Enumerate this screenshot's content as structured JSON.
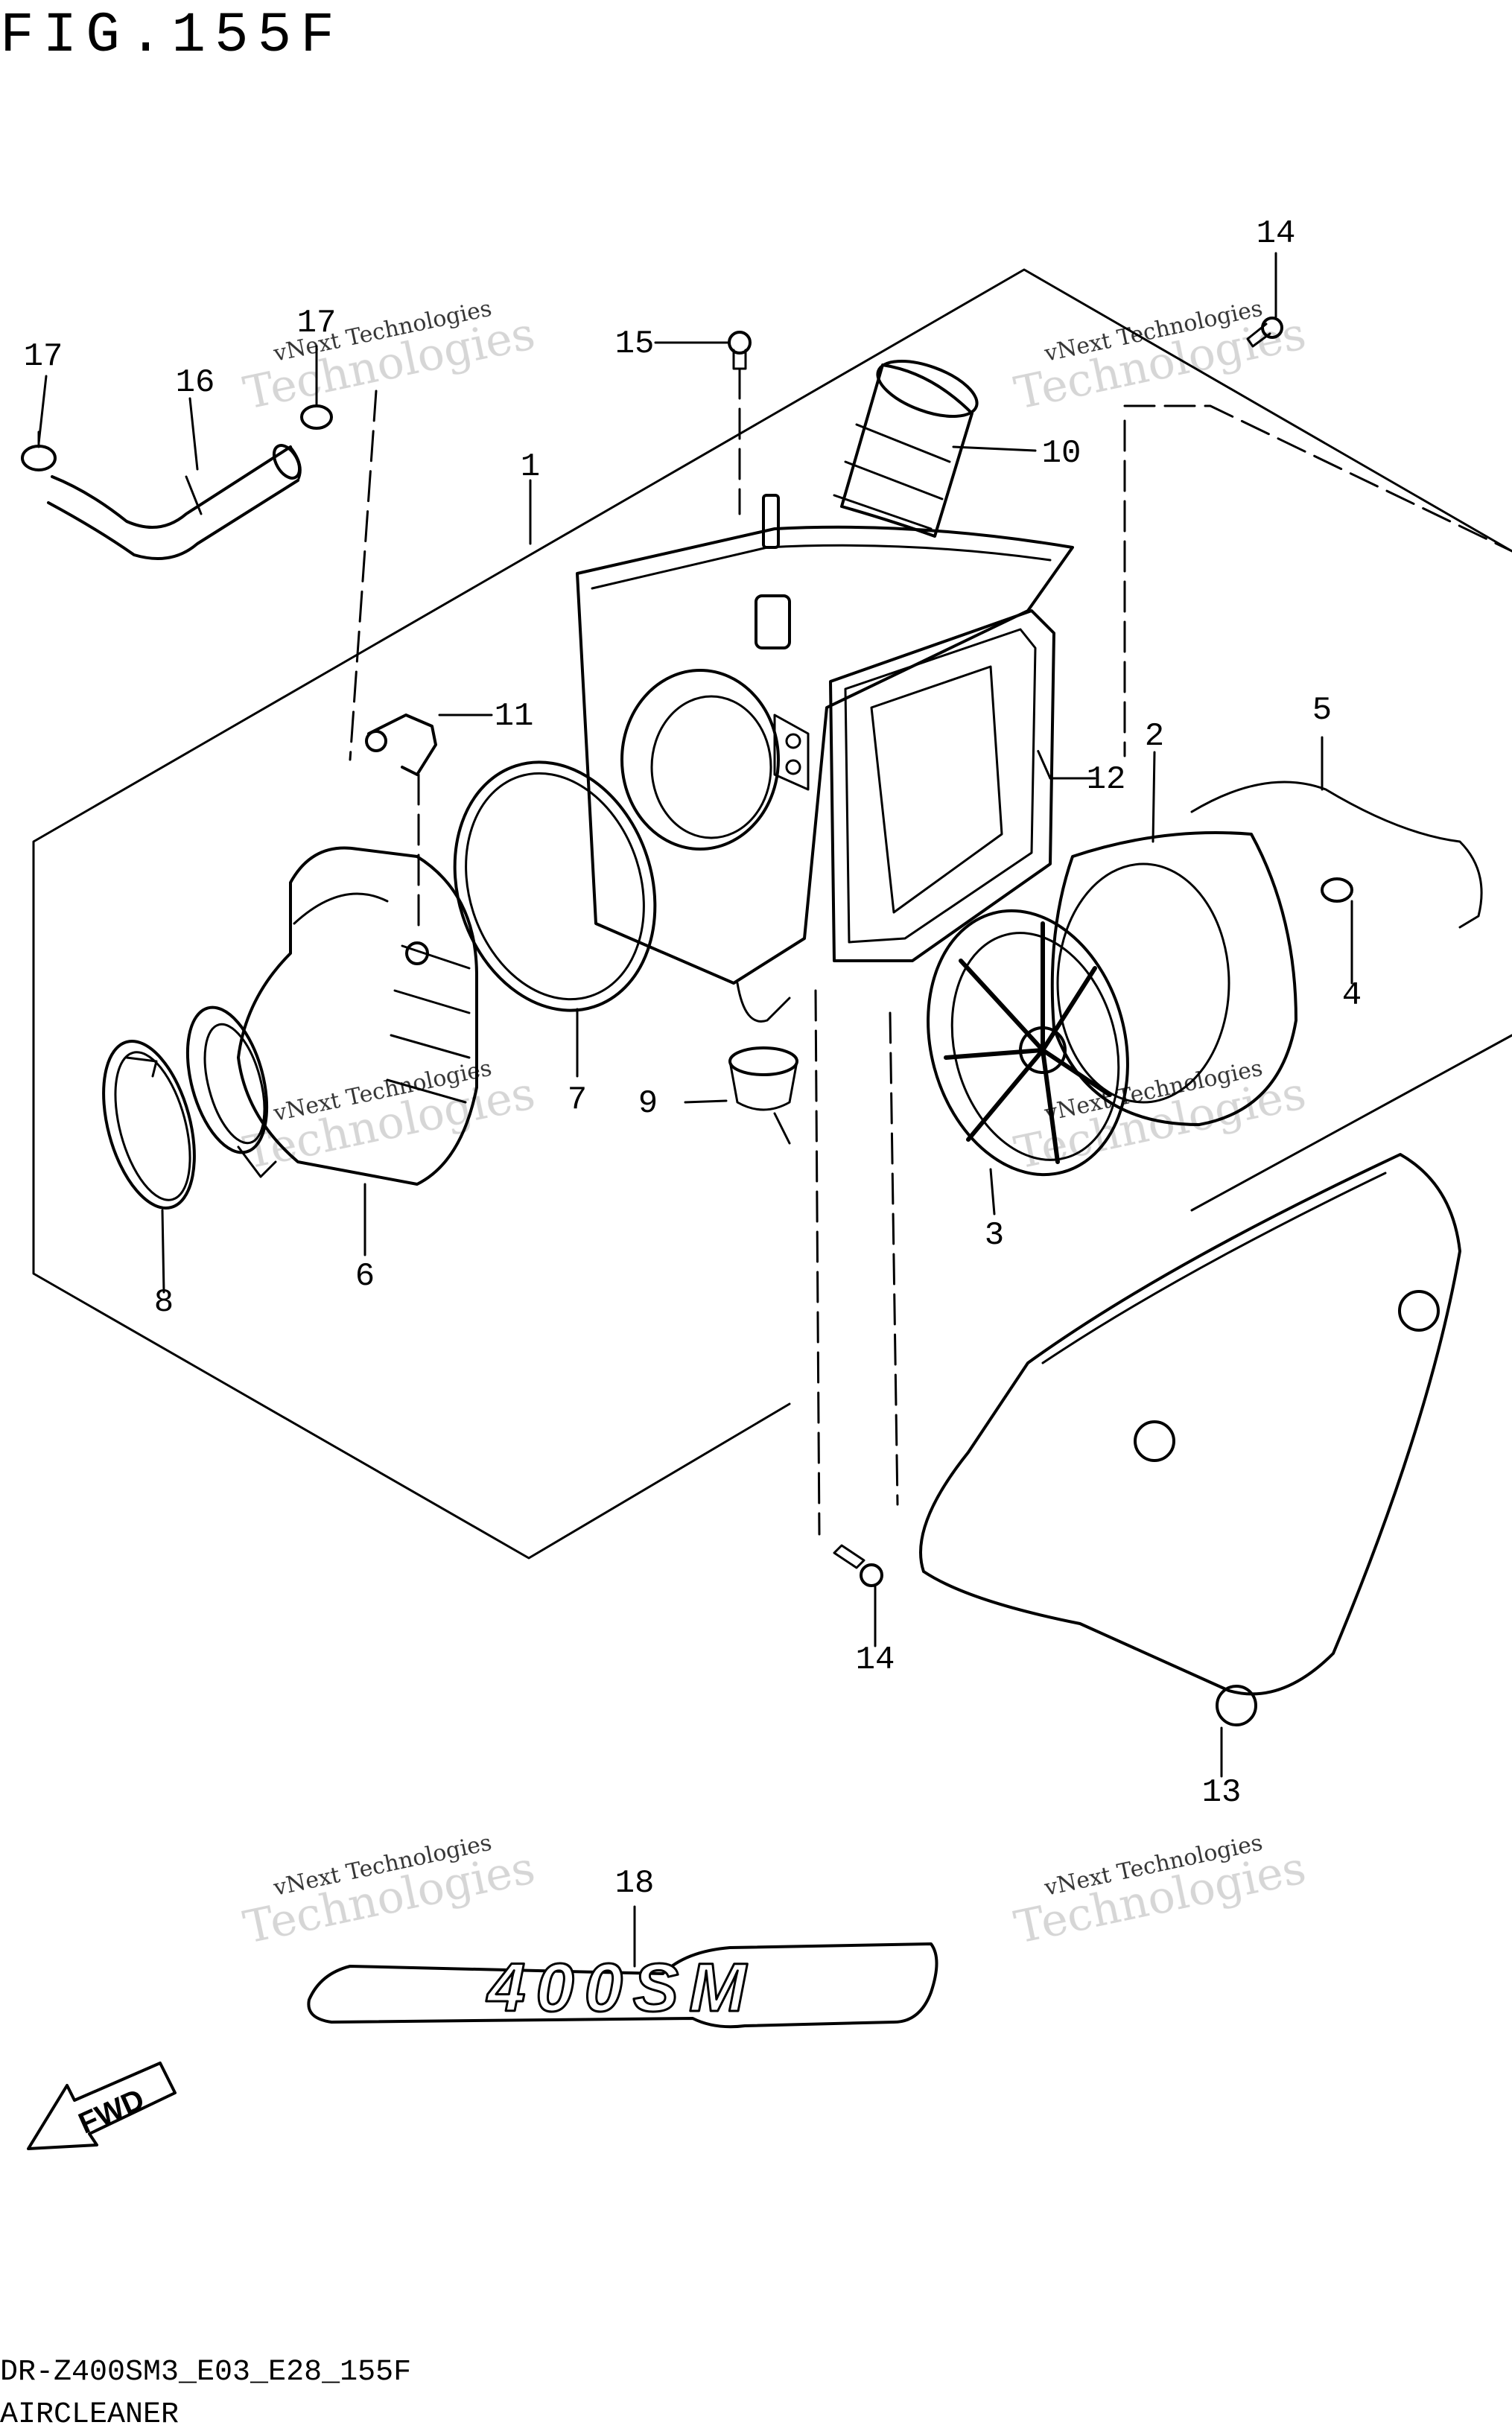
{
  "header": {
    "figure_title": "FIG.155F"
  },
  "footer": {
    "model_code": "DR-Z400SM3_E03_E28_155F",
    "section_name": "AIRCLEANER"
  },
  "watermark": {
    "line1": "vNext Technologies",
    "line2": "Technologies"
  },
  "decal": {
    "text": "400SM"
  },
  "fwd": {
    "label": "FWD"
  },
  "callouts": [
    "1",
    "2",
    "3",
    "4",
    "5",
    "6",
    "7",
    "8",
    "9",
    "10",
    "11",
    "12",
    "13",
    "14",
    "14",
    "15",
    "16",
    "17",
    "17",
    "18"
  ]
}
